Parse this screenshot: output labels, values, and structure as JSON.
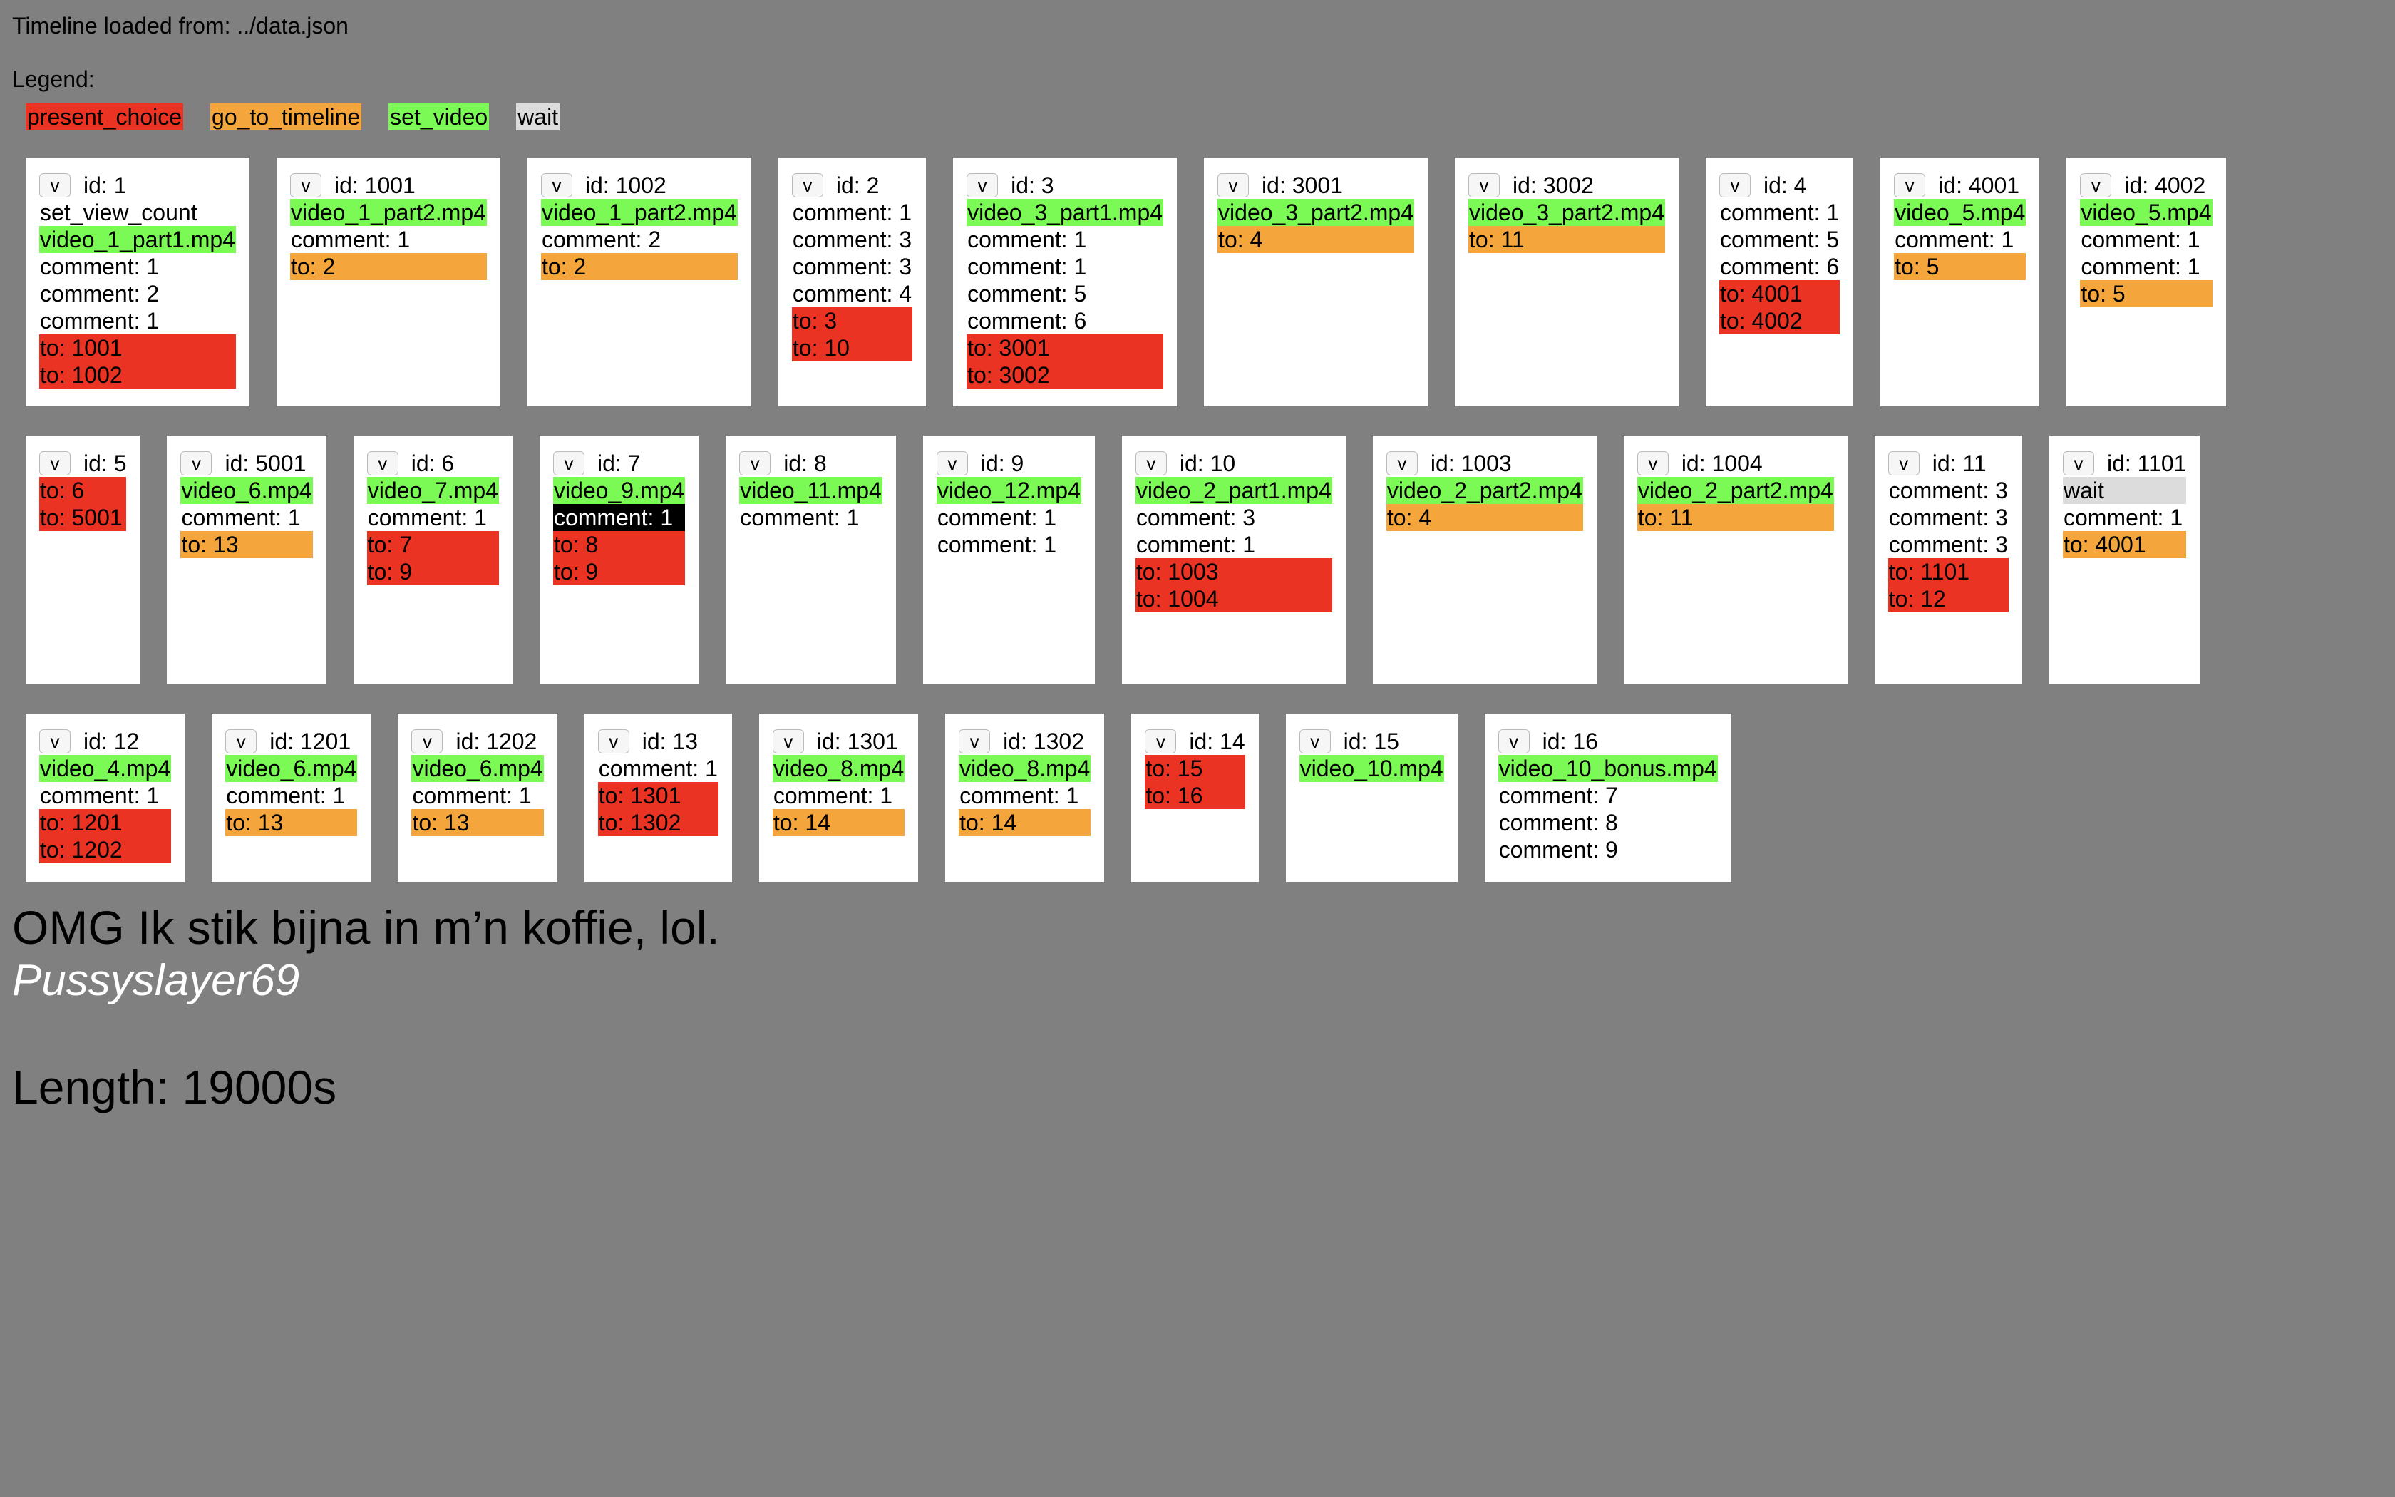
{
  "header": {
    "source_line": "Timeline loaded from: ../data.json",
    "legend_label": "Legend:"
  },
  "legend": [
    {
      "key": "present_choice",
      "label": "present_choice",
      "color": "#ea3323"
    },
    {
      "key": "go_to_timeline",
      "label": "go_to_timeline",
      "color": "#f4a63c"
    },
    {
      "key": "set_video",
      "label": "set_video",
      "color": "#7bfa56"
    },
    {
      "key": "wait",
      "label": "wait",
      "color": "#dcdcdc"
    }
  ],
  "toggle_label": "v",
  "rows": [
    [
      {
        "id": "id: 1",
        "steps": [
          {
            "type": "plain",
            "text": "set_view_count"
          },
          {
            "type": "set_video",
            "text": "video_1_part1.mp4"
          },
          {
            "type": "plain",
            "text": "comment: 1"
          },
          {
            "type": "plain",
            "text": "comment: 2"
          },
          {
            "type": "plain",
            "text": "comment: 1"
          },
          {
            "type": "present_choice",
            "text": "to: 1001"
          },
          {
            "type": "present_choice",
            "text": "to: 1002"
          }
        ]
      },
      {
        "id": "id: 1001",
        "steps": [
          {
            "type": "set_video",
            "text": "video_1_part2.mp4"
          },
          {
            "type": "plain",
            "text": "comment: 1"
          },
          {
            "type": "go_to_timeline",
            "text": "to: 2"
          }
        ]
      },
      {
        "id": "id: 1002",
        "steps": [
          {
            "type": "set_video",
            "text": "video_1_part2.mp4"
          },
          {
            "type": "plain",
            "text": "comment: 2"
          },
          {
            "type": "go_to_timeline",
            "text": "to: 2"
          }
        ]
      },
      {
        "id": "id: 2",
        "steps": [
          {
            "type": "plain",
            "text": "comment: 1"
          },
          {
            "type": "plain",
            "text": "comment: 3"
          },
          {
            "type": "plain",
            "text": "comment: 3"
          },
          {
            "type": "plain",
            "text": "comment: 4"
          },
          {
            "type": "present_choice",
            "text": "to: 3"
          },
          {
            "type": "present_choice",
            "text": "to: 10"
          }
        ]
      },
      {
        "id": "id: 3",
        "steps": [
          {
            "type": "set_video",
            "text": "video_3_part1.mp4"
          },
          {
            "type": "plain",
            "text": "comment: 1"
          },
          {
            "type": "plain",
            "text": "comment: 1"
          },
          {
            "type": "plain",
            "text": "comment: 5"
          },
          {
            "type": "plain",
            "text": "comment: 6"
          },
          {
            "type": "present_choice",
            "text": "to: 3001"
          },
          {
            "type": "present_choice",
            "text": "to: 3002"
          }
        ]
      },
      {
        "id": "id: 3001",
        "steps": [
          {
            "type": "set_video",
            "text": "video_3_part2.mp4"
          },
          {
            "type": "go_to_timeline",
            "text": "to: 4"
          }
        ]
      },
      {
        "id": "id: 3002",
        "steps": [
          {
            "type": "set_video",
            "text": "video_3_part2.mp4"
          },
          {
            "type": "go_to_timeline",
            "text": "to: 11"
          }
        ]
      },
      {
        "id": "id: 4",
        "steps": [
          {
            "type": "plain",
            "text": "comment: 1"
          },
          {
            "type": "plain",
            "text": "comment: 5"
          },
          {
            "type": "plain",
            "text": "comment: 6"
          },
          {
            "type": "present_choice",
            "text": "to: 4001"
          },
          {
            "type": "present_choice",
            "text": "to: 4002"
          }
        ]
      },
      {
        "id": "id: 4001",
        "steps": [
          {
            "type": "set_video",
            "text": "video_5.mp4"
          },
          {
            "type": "plain",
            "text": "comment: 1"
          },
          {
            "type": "go_to_timeline",
            "text": "to: 5"
          }
        ]
      },
      {
        "id": "id: 4002",
        "steps": [
          {
            "type": "set_video",
            "text": "video_5.mp4"
          },
          {
            "type": "plain",
            "text": "comment: 1"
          },
          {
            "type": "plain",
            "text": "comment: 1"
          },
          {
            "type": "go_to_timeline",
            "text": "to: 5"
          }
        ]
      }
    ],
    [
      {
        "id": "id: 5",
        "steps": [
          {
            "type": "present_choice",
            "text": "to: 6"
          },
          {
            "type": "present_choice",
            "text": "to: 5001"
          }
        ]
      },
      {
        "id": "id: 5001",
        "steps": [
          {
            "type": "set_video",
            "text": "video_6.mp4"
          },
          {
            "type": "plain",
            "text": "comment: 1"
          },
          {
            "type": "go_to_timeline",
            "text": "to: 13"
          }
        ]
      },
      {
        "id": "id: 6",
        "steps": [
          {
            "type": "set_video",
            "text": "video_7.mp4"
          },
          {
            "type": "plain",
            "text": "comment: 1"
          },
          {
            "type": "present_choice",
            "text": "to: 7"
          },
          {
            "type": "present_choice",
            "text": "to: 9"
          }
        ]
      },
      {
        "id": "id: 7",
        "steps": [
          {
            "type": "set_video",
            "text": "video_9.mp4"
          },
          {
            "type": "comment_selected",
            "text": "comment: 1"
          },
          {
            "type": "present_choice",
            "text": "to: 8"
          },
          {
            "type": "present_choice",
            "text": "to: 9"
          }
        ]
      },
      {
        "id": "id: 8",
        "steps": [
          {
            "type": "set_video",
            "text": "video_11.mp4"
          },
          {
            "type": "plain",
            "text": "comment: 1"
          }
        ]
      },
      {
        "id": "id: 9",
        "steps": [
          {
            "type": "set_video",
            "text": "video_12.mp4"
          },
          {
            "type": "plain",
            "text": "comment: 1"
          },
          {
            "type": "plain",
            "text": "comment: 1"
          }
        ]
      },
      {
        "id": "id: 10",
        "steps": [
          {
            "type": "set_video",
            "text": "video_2_part1.mp4"
          },
          {
            "type": "plain",
            "text": "comment: 3"
          },
          {
            "type": "plain",
            "text": "comment: 1"
          },
          {
            "type": "present_choice",
            "text": "to: 1003"
          },
          {
            "type": "present_choice",
            "text": "to: 1004"
          }
        ]
      },
      {
        "id": "id: 1003",
        "steps": [
          {
            "type": "set_video",
            "text": "video_2_part2.mp4"
          },
          {
            "type": "go_to_timeline",
            "text": "to: 4"
          }
        ]
      },
      {
        "id": "id: 1004",
        "steps": [
          {
            "type": "set_video",
            "text": "video_2_part2.mp4"
          },
          {
            "type": "go_to_timeline",
            "text": "to: 11"
          }
        ]
      },
      {
        "id": "id: 11",
        "steps": [
          {
            "type": "plain",
            "text": "comment: 3"
          },
          {
            "type": "plain",
            "text": "comment: 3"
          },
          {
            "type": "plain",
            "text": "comment: 3"
          },
          {
            "type": "present_choice",
            "text": "to: 1101"
          },
          {
            "type": "present_choice",
            "text": "to: 12"
          }
        ]
      },
      {
        "id": "id: 1101",
        "steps": [
          {
            "type": "wait",
            "text": "wait"
          },
          {
            "type": "plain",
            "text": "comment: 1"
          },
          {
            "type": "go_to_timeline",
            "text": "to: 4001"
          }
        ]
      }
    ],
    [
      {
        "id": "id: 12",
        "steps": [
          {
            "type": "set_video",
            "text": "video_4.mp4"
          },
          {
            "type": "plain",
            "text": "comment: 1"
          },
          {
            "type": "present_choice",
            "text": "to: 1201"
          },
          {
            "type": "present_choice",
            "text": "to: 1202"
          }
        ]
      },
      {
        "id": "id: 1201",
        "steps": [
          {
            "type": "set_video",
            "text": "video_6.mp4"
          },
          {
            "type": "plain",
            "text": "comment: 1"
          },
          {
            "type": "go_to_timeline",
            "text": "to: 13"
          }
        ]
      },
      {
        "id": "id: 1202",
        "steps": [
          {
            "type": "set_video",
            "text": "video_6.mp4"
          },
          {
            "type": "plain",
            "text": "comment: 1"
          },
          {
            "type": "go_to_timeline",
            "text": "to: 13"
          }
        ]
      },
      {
        "id": "id: 13",
        "steps": [
          {
            "type": "plain",
            "text": "comment: 1"
          },
          {
            "type": "present_choice",
            "text": "to: 1301"
          },
          {
            "type": "present_choice",
            "text": "to: 1302"
          }
        ]
      },
      {
        "id": "id: 1301",
        "steps": [
          {
            "type": "set_video",
            "text": "video_8.mp4"
          },
          {
            "type": "plain",
            "text": "comment: 1"
          },
          {
            "type": "go_to_timeline",
            "text": "to: 14"
          }
        ]
      },
      {
        "id": "id: 1302",
        "steps": [
          {
            "type": "set_video",
            "text": "video_8.mp4"
          },
          {
            "type": "plain",
            "text": "comment: 1"
          },
          {
            "type": "go_to_timeline",
            "text": "to: 14"
          }
        ]
      },
      {
        "id": "id: 14",
        "steps": [
          {
            "type": "present_choice",
            "text": "to: 15"
          },
          {
            "type": "present_choice",
            "text": "to: 16"
          }
        ]
      },
      {
        "id": "id: 15",
        "steps": [
          {
            "type": "set_video",
            "text": "video_10.mp4"
          }
        ]
      },
      {
        "id": "id: 16",
        "steps": [
          {
            "type": "set_video",
            "text": "video_10_bonus.mp4"
          },
          {
            "type": "plain",
            "text": "comment: 7"
          },
          {
            "type": "plain",
            "text": "comment: 8"
          },
          {
            "type": "plain",
            "text": "comment: 9"
          }
        ]
      }
    ]
  ],
  "current_comment": {
    "text": "OMG Ik stik bijna in m’n koffie, lol.",
    "user": "Pussyslayer69"
  },
  "length": "Length: 19000s"
}
